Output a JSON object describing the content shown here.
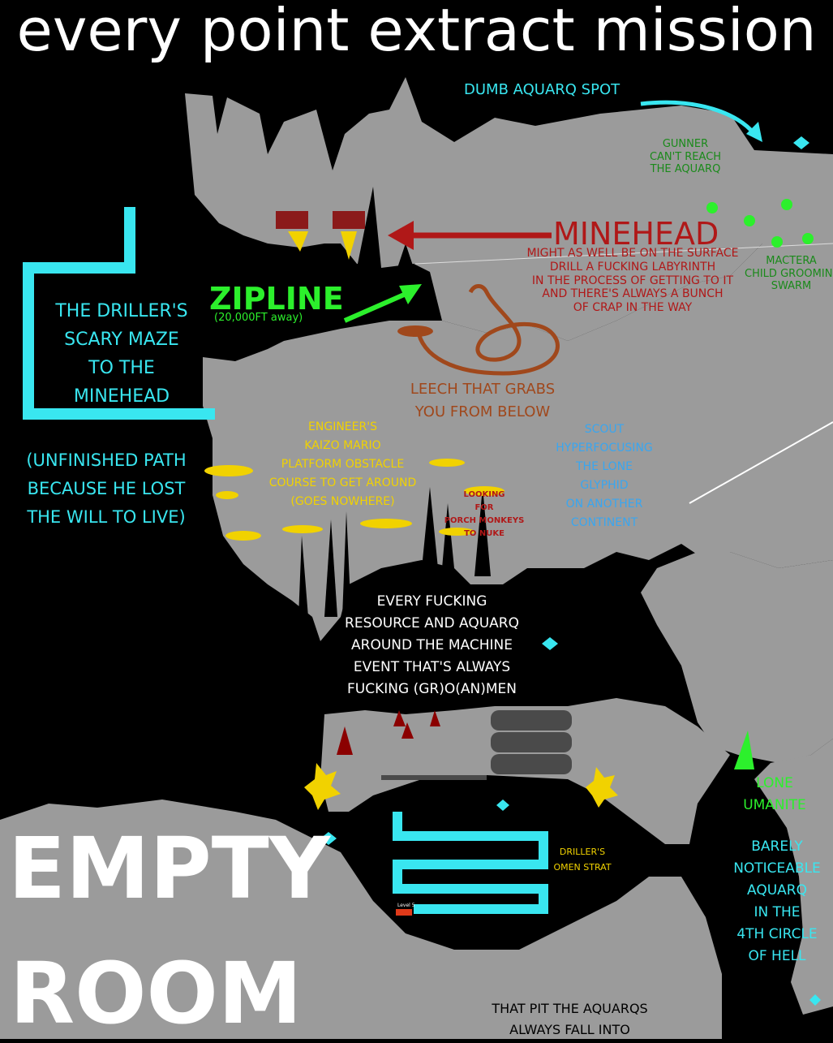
{
  "title": "every point extract mission",
  "labels": {
    "dumb_aquarq_spot": "DUMB AQUARQ SPOT",
    "gunner": [
      "GUNNER",
      "CAN'T REACH",
      "THE AQUARQ"
    ],
    "minehead": "MINEHEAD",
    "minehead_desc": [
      "MIGHT AS WELL BE ON THE SURFACE",
      "DRILL A FUCKING LABYRINTH",
      "IN THE PROCESS OF GETTING TO IT",
      "AND THERE'S ALWAYS A BUNCH",
      "OF CRAP IN THE WAY"
    ],
    "mactera": [
      "MACTERA",
      "CHILD GROOMING",
      "SWARM"
    ],
    "zipline": "ZIPLINE",
    "zipline_sub": "(20,000FT away)",
    "driller_maze": [
      "THE DRILLER'S",
      "SCARY MAZE",
      "TO THE",
      "MINEHEAD"
    ],
    "unfinished": [
      "(UNFINISHED PATH",
      "BECAUSE HE LOST",
      "THE WILL TO LIVE)"
    ],
    "leech": [
      "LEECH THAT GRABS",
      "YOU FROM BELOW"
    ],
    "engineer": [
      "ENGINEER'S",
      "KAIZO MARIO",
      "PLATFORM OBSTACLE",
      "COURSE TO GET AROUND",
      "(GOES NOWHERE)"
    ],
    "looking": [
      "LOOKING",
      "FOR",
      "PORCH MONKEYS",
      "TO NUKE"
    ],
    "scout": [
      "SCOUT",
      "HYPERFOCUSING",
      "THE LONE",
      "GLYPHID",
      "ON ANOTHER",
      "CONTINENT"
    ],
    "every_resource": [
      "EVERY FUCKING",
      "RESOURCE AND AQUARQ",
      "AROUND THE MACHINE",
      "EVENT THAT'S ALWAYS",
      "FUCKING (GR)O(AN)MEN"
    ],
    "lone_umanite": [
      "LONE",
      "UMANITE"
    ],
    "barely": [
      "BARELY",
      "NOTICEABLE",
      "AQUARQ",
      "IN THE",
      "4TH CIRCLE",
      "OF HELL"
    ],
    "driller_omen": [
      "DRILLER'S",
      "OMEN STRAT"
    ],
    "level_label": "Level 5",
    "empty": "EMPTY",
    "room": "ROOM",
    "pit": [
      "THAT PIT THE AQUARQS",
      "ALWAYS FALL INTO"
    ]
  },
  "colors": {
    "background": "#000000",
    "cave": "#9b9b9b",
    "cyan": "#39e6f0",
    "yellow": "#f1d200",
    "green": "#2cf02c",
    "dark_green": "#1a8a1a",
    "red": "#b01818",
    "brown": "#a0481c",
    "blue": "#39a6f0",
    "dark_red": "#8b0000"
  }
}
